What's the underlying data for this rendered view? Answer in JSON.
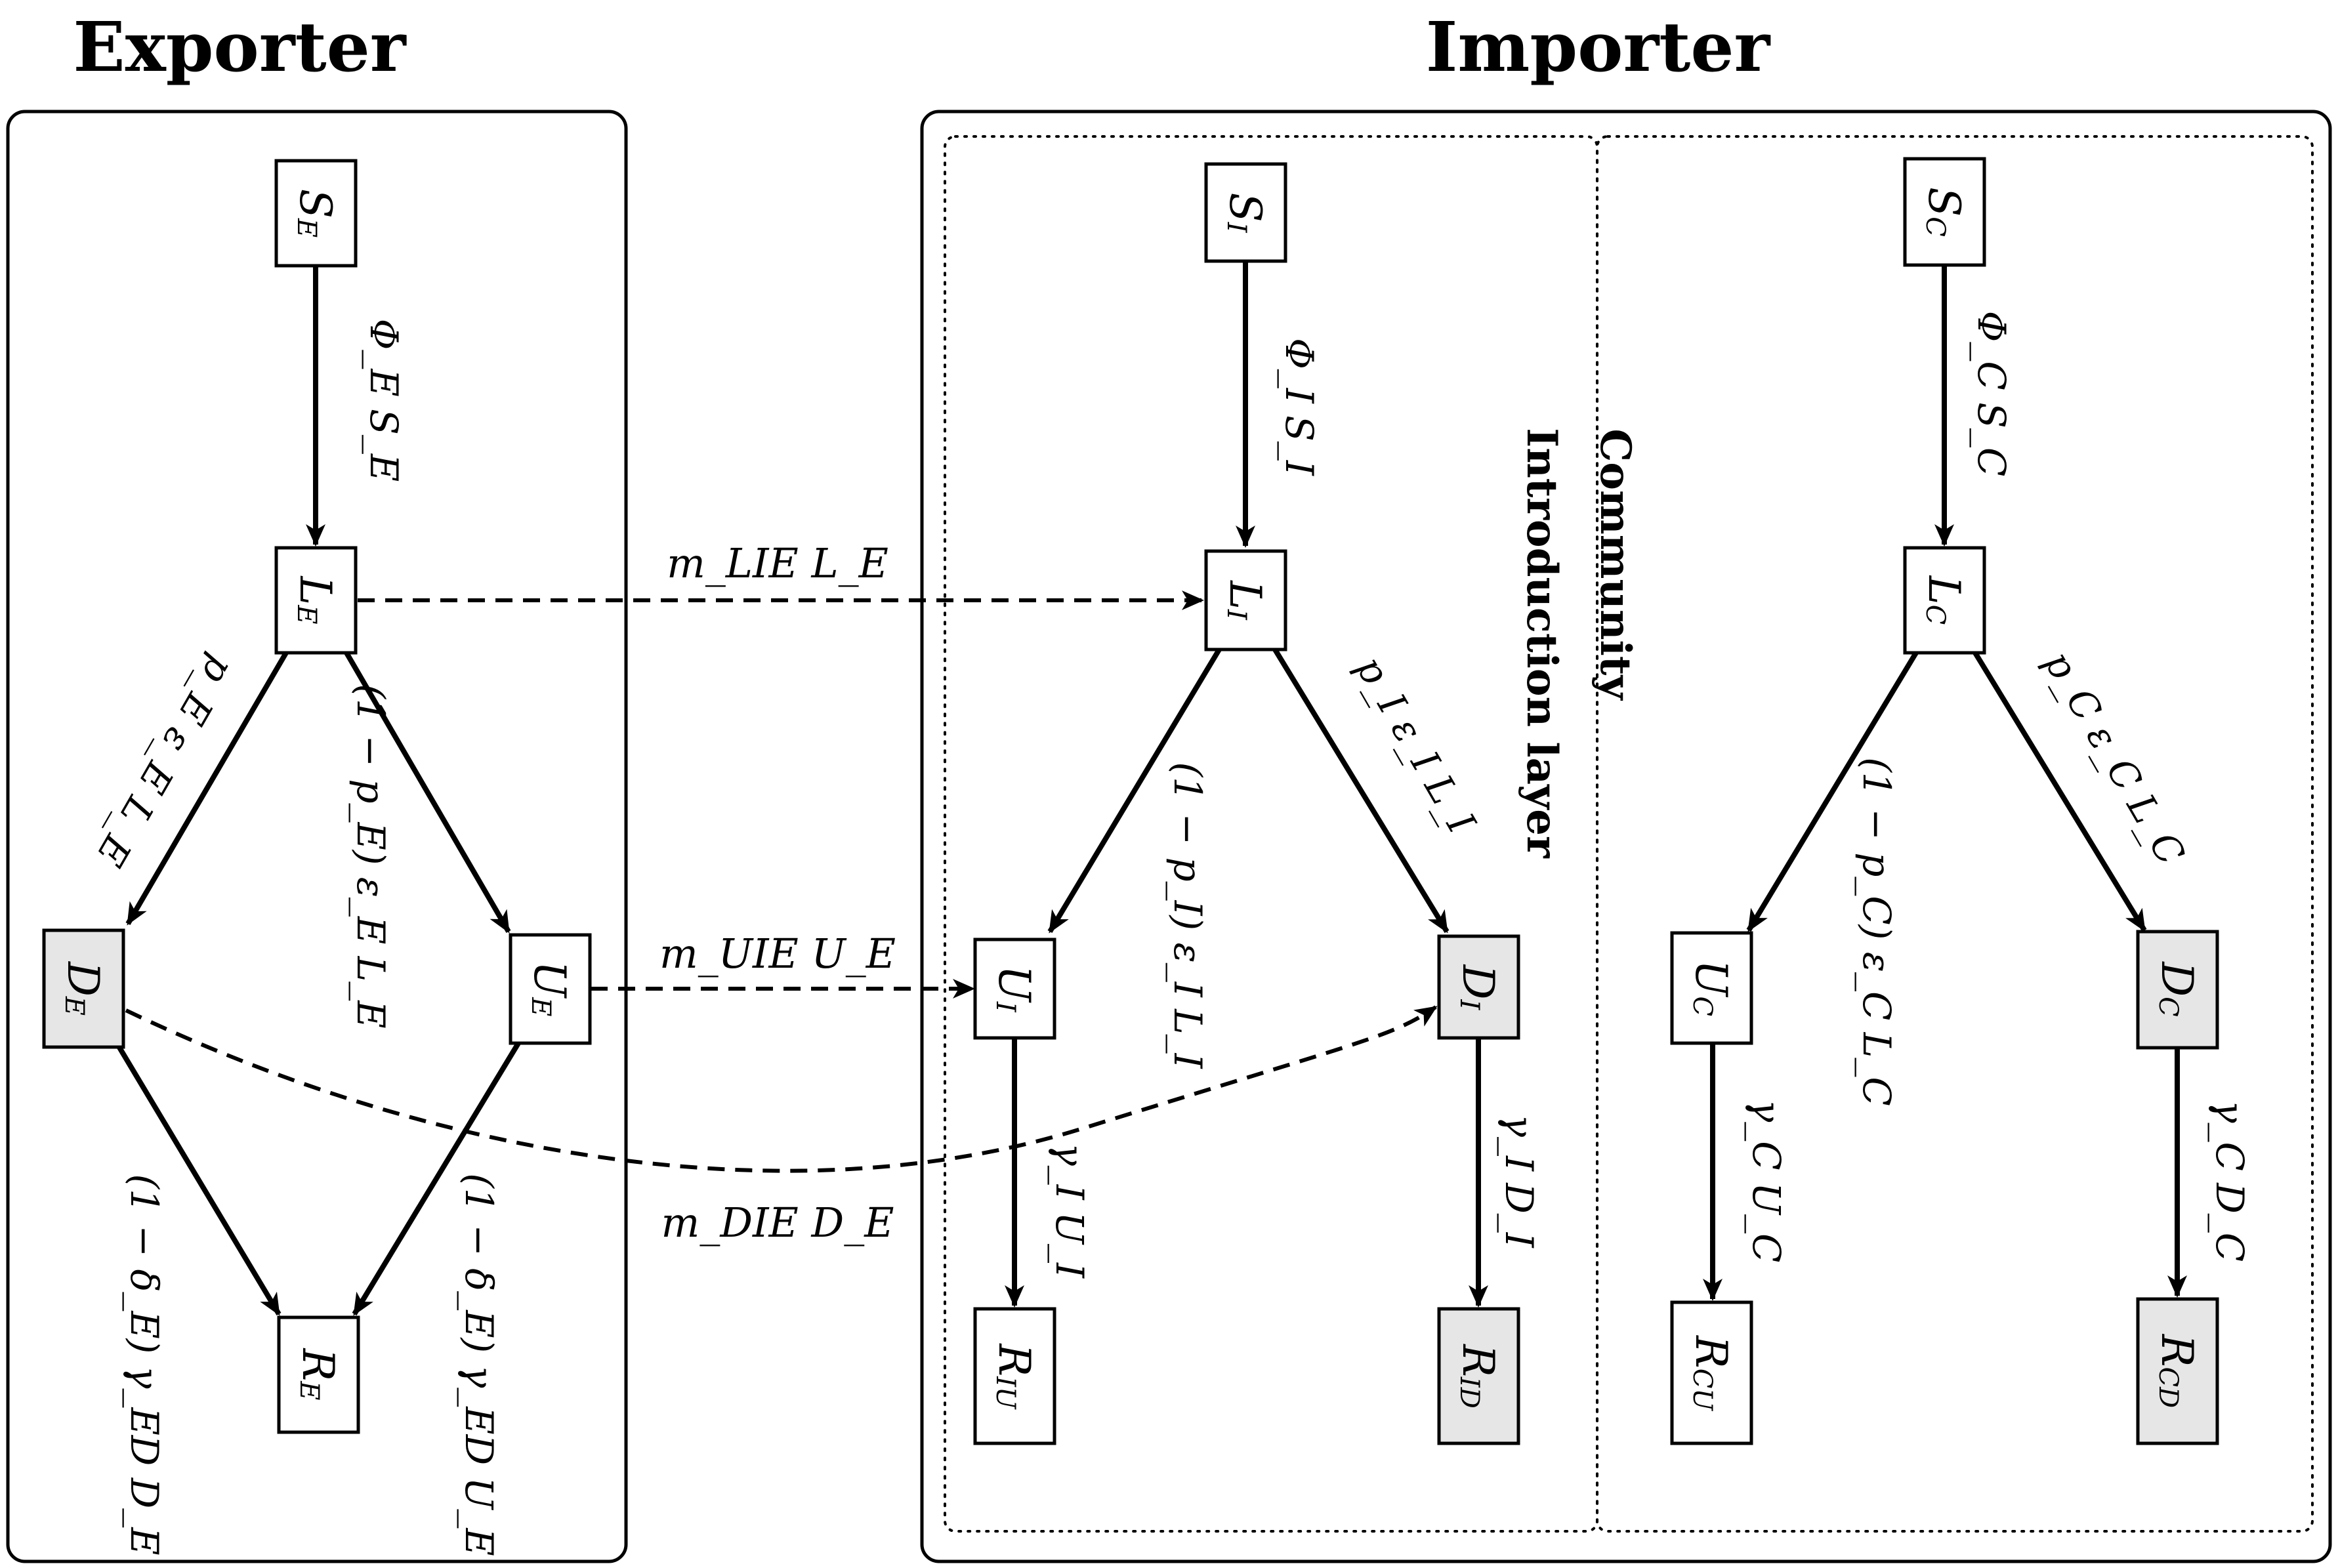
{
  "titles": {
    "exporter": "Exporter",
    "importer": "Importer"
  },
  "layers": {
    "introduction": "Introduction layer",
    "community": "Community"
  },
  "colors": {
    "stroke": "#000000",
    "shaded_fill": "#e6e6e6",
    "plain_fill": "#ffffff"
  },
  "nodes": {
    "SE": {
      "label": "S",
      "sub": "E"
    },
    "LE": {
      "label": "L",
      "sub": "E"
    },
    "DE": {
      "label": "D",
      "sub": "E"
    },
    "UE": {
      "label": "U",
      "sub": "E"
    },
    "RE": {
      "label": "R",
      "sub": "E"
    },
    "SI": {
      "label": "S",
      "sub": "I"
    },
    "LI": {
      "label": "L",
      "sub": "I"
    },
    "UI": {
      "label": "U",
      "sub": "I"
    },
    "DI": {
      "label": "D",
      "sub": "I"
    },
    "RIU": {
      "label": "R",
      "sub": "IU"
    },
    "RID": {
      "label": "R",
      "sub": "ID"
    },
    "SC": {
      "label": "S",
      "sub": "C"
    },
    "LC": {
      "label": "L",
      "sub": "C"
    },
    "UC": {
      "label": "U",
      "sub": "C"
    },
    "DC": {
      "label": "D",
      "sub": "C"
    },
    "RCU": {
      "label": "R",
      "sub": "CU"
    },
    "RCD": {
      "label": "R",
      "sub": "CD"
    }
  },
  "edges": {
    "SE_LE": "Φ_E S_E",
    "LE_DE": "p_E ε_E L_E",
    "LE_UE": "(1 − p_E) ε_E L_E",
    "DE_RE": "(1 − δ_E) γ_ED D_E",
    "UE_RE": "(1 − δ_E) γ_ED U_E",
    "LE_LI": "m_LIE L_E",
    "UE_UI": "m_UIE U_E",
    "DE_DI": "m_DIE D_E",
    "SI_LI": "Φ_I S_I",
    "LI_UI": "(1 − p_I) ε_I L_I",
    "LI_DI": "p_I ε_I L_I",
    "UI_RIU": "γ_I U_I",
    "DI_RID": "γ_I D_I",
    "SC_LC": "Φ_C S_C",
    "LC_UC": "(1 − p_C) ε_C L_C",
    "LC_DC": "p_C ε_C L_C",
    "UC_RCU": "γ_C U_C",
    "DC_RCD": "γ_C D_C"
  }
}
